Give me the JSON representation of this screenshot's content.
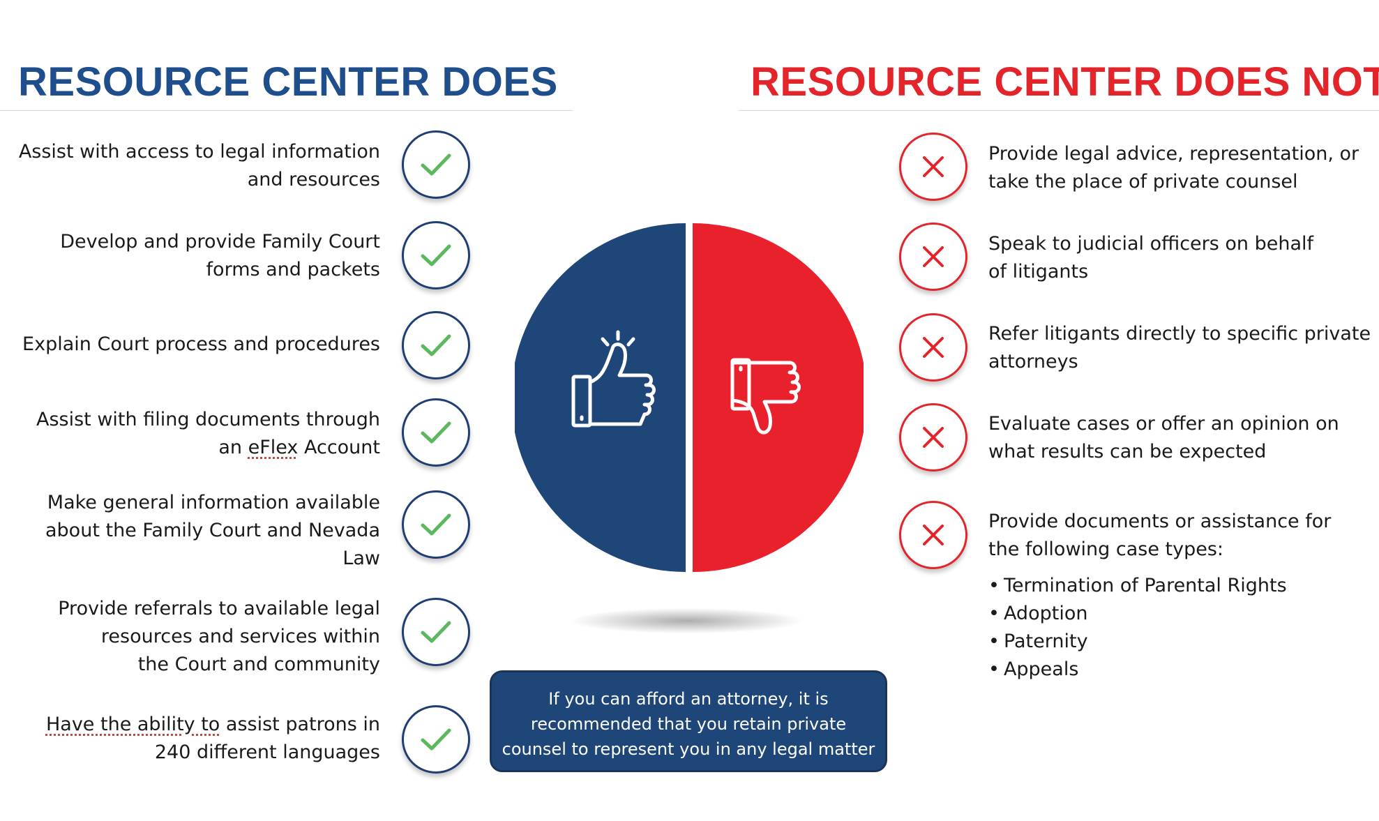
{
  "headings": {
    "does": "RESOURCE CENTER DOES",
    "does_not": "RESOURCE CENTER DOES NOT"
  },
  "does_items": [
    {
      "line1": "Assist with access to legal information",
      "line2": "and resources"
    },
    {
      "line1": "Develop and provide Family Court",
      "line2": "forms and packets"
    },
    {
      "line1": "Explain Court process and procedures"
    },
    {
      "line1": "Assist with filing documents through",
      "line2_pre": "an ",
      "line2_marked": "eFlex",
      "line2_post": " Account"
    },
    {
      "line1": "Make general information available",
      "line2": "about the Family Court and Nevada",
      "line3": "Law"
    },
    {
      "line1": "Provide referrals to available legal",
      "line2": "resources and services within",
      "line3": "the Court and community"
    },
    {
      "line1_marked": "Have the ability to",
      "line1_post": " assist patrons in",
      "line2": "240 different languages"
    }
  ],
  "does_not_items": [
    {
      "line1": "Provide legal advice, representation, or",
      "line2": "take the place of private counsel"
    },
    {
      "line1": "Speak to judicial officers on behalf",
      "line2": "of litigants"
    },
    {
      "line1": "Refer litigants directly to specific private",
      "line2": "attorneys"
    },
    {
      "line1": "Evaluate cases or offer an opinion on",
      "line2": "what results can be expected"
    },
    {
      "line1": "Provide documents or assistance for",
      "line2": "the following case types:"
    }
  ],
  "case_types": [
    "Termination of Parental Rights",
    "Adoption",
    "Paternity",
    "Appeals"
  ],
  "note": {
    "line1": "If you can afford an attorney, it is",
    "line2": "recommended that you retain private",
    "line3": "counsel to represent you in any legal matter"
  },
  "icons": {
    "does": "check-icon",
    "does_not": "x-icon",
    "pie_left": "thumbs-up-icon",
    "pie_right": "thumbs-down-icon"
  },
  "colors": {
    "blue": "#1f4e8c",
    "red": "#e3242b",
    "check_green": "#5cb85c"
  }
}
